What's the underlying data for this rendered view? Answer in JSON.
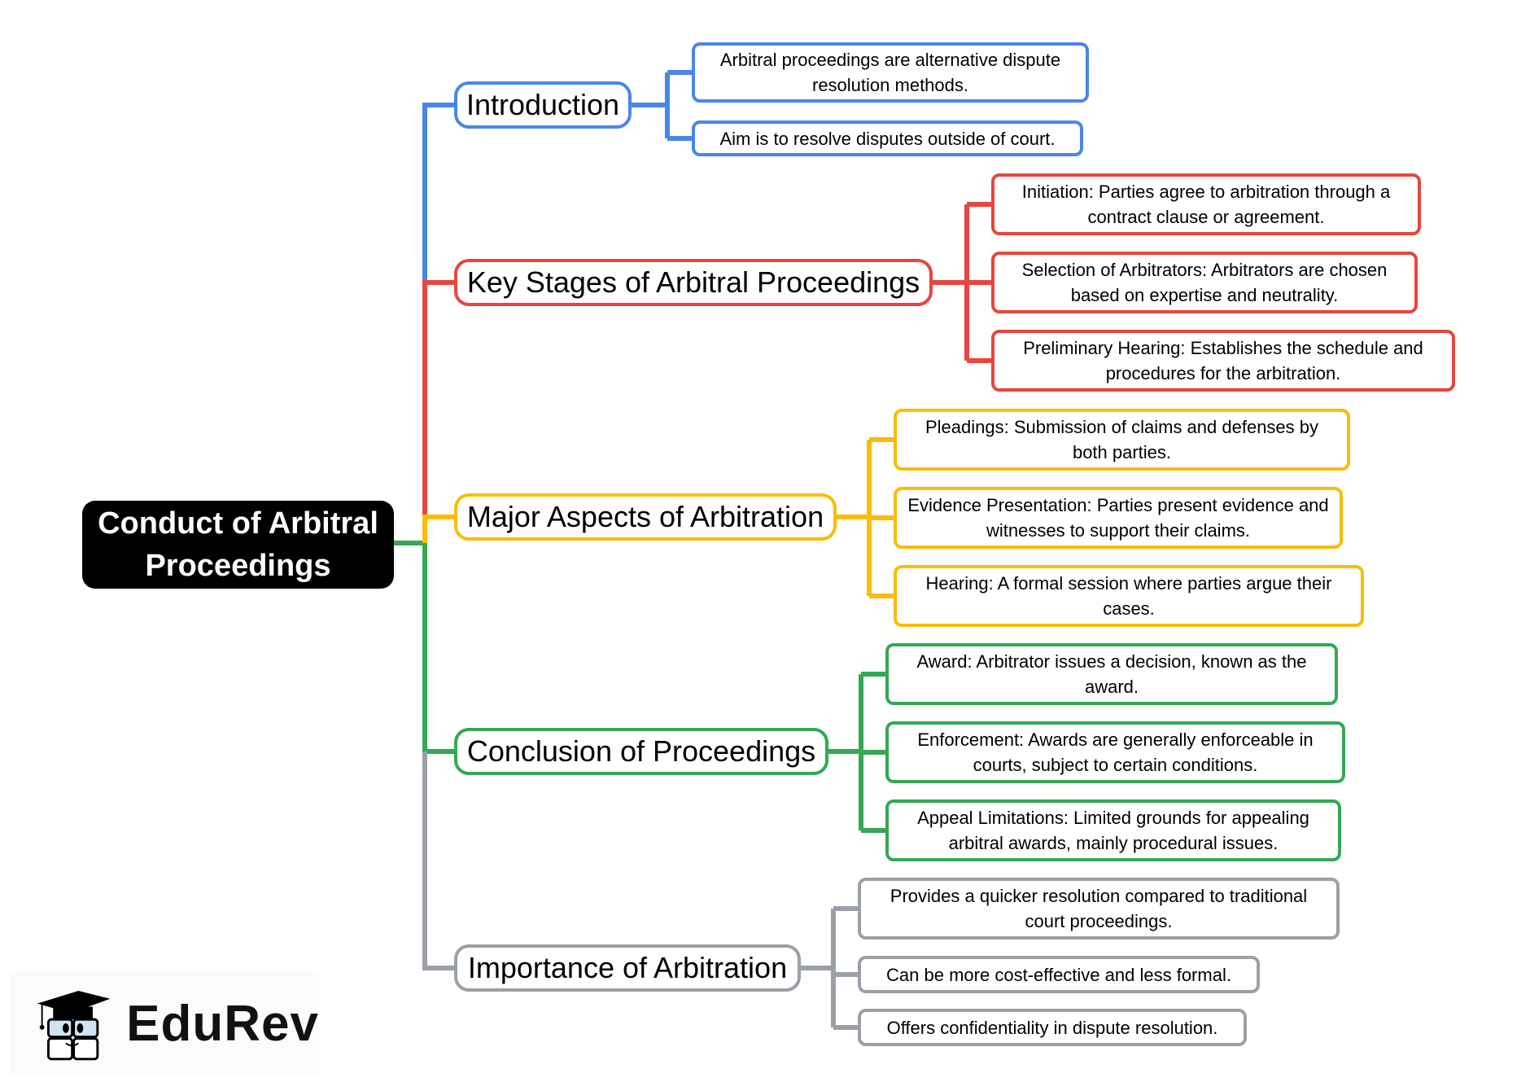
{
  "diagram": {
    "root": {
      "label": "Conduct of Arbitral Proceedings",
      "line1": "Conduct of Arbitral",
      "line2": "Proceedings"
    },
    "branches": [
      {
        "label": "Introduction",
        "color": "#4a86e8",
        "children": [
          "Arbitral proceedings are alternative dispute resolution methods.",
          "Aim is to resolve disputes outside of court."
        ]
      },
      {
        "label": "Key Stages of Arbitral Proceedings",
        "color": "#e8453c",
        "children": [
          "Initiation: Parties agree to arbitration through a contract clause or agreement.",
          "Selection of Arbitrators: Arbitrators are chosen based on expertise and neutrality.",
          "Preliminary Hearing: Establishes the schedule and procedures for the arbitration."
        ]
      },
      {
        "label": "Major Aspects of Arbitration",
        "color": "#fbbc05",
        "children": [
          "Pleadings: Submission of claims and defenses by both parties.",
          "Evidence Presentation: Parties present evidence and witnesses to support their claims.",
          "Hearing: A formal session where parties argue their cases."
        ]
      },
      {
        "label": "Conclusion of Proceedings",
        "color": "#34a853",
        "children": [
          "Award: Arbitrator issues a decision, known as the award.",
          "Enforcement: Awards are generally enforceable in courts, subject to certain conditions.",
          "Appeal Limitations: Limited grounds for appealing arbitral awards, mainly procedural issues."
        ]
      },
      {
        "label": "Importance of Arbitration",
        "color": "#9aa0a6",
        "children": [
          "Provides a quicker resolution compared to traditional court proceedings.",
          "Can be more cost-effective and less formal.",
          "Offers confidentiality in dispute resolution."
        ]
      }
    ]
  },
  "logo": {
    "text": "EduRev",
    "icon": "graduate-book-mascot-icon"
  }
}
